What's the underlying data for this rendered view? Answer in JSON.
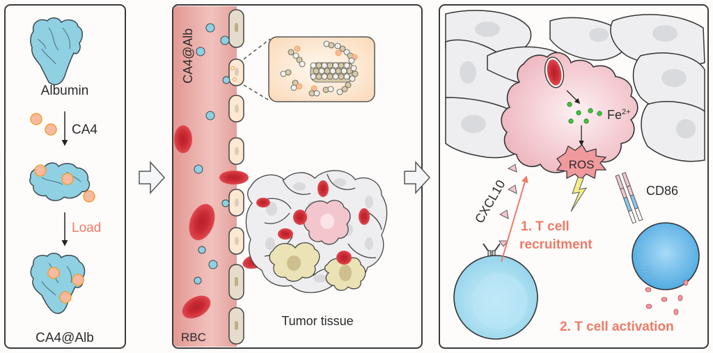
{
  "panel1": {
    "albumin_label": "Albumin",
    "drug_label": "CA4",
    "step_label": "Load",
    "product_label": "CA4@Alb"
  },
  "panel2": {
    "vessel_label": "CA4@Alb",
    "rbc_label": "RBC",
    "tissue_label": "Tumor tissue"
  },
  "panel3": {
    "iron_label": "Fe",
    "iron_charge": "2+",
    "ros_label": "ROS",
    "chemokine_label": "CXCL10",
    "costim_label": "CD86",
    "step1_line1": "1. T cell",
    "step1_line2": "recruitment",
    "step2_label": "2. T cell activation"
  },
  "colors": {
    "albumin": "#8fd0e2",
    "drug": "#f7b9a0",
    "drug_ring": "#f0a030",
    "rbc": "#d9333f",
    "vessel": "#e9a7a2",
    "accent": "#f07a66",
    "macrophage": "#f2c3ca",
    "tcell": "#a8dcef",
    "dc_cell": "#6bbbe8",
    "iron": "#3ec63e"
  }
}
